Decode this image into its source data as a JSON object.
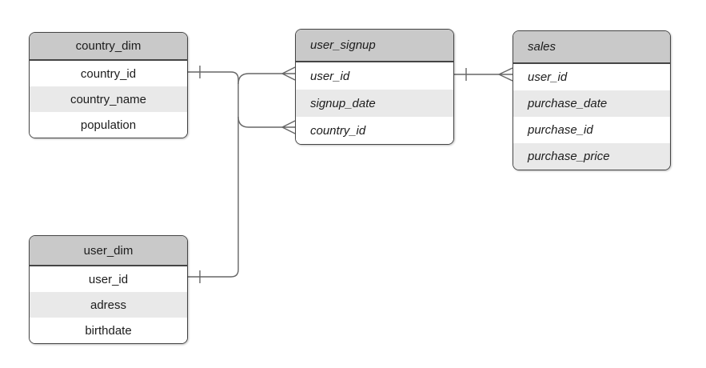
{
  "diagram": {
    "type": "entity-relationship",
    "tables": [
      {
        "title": "country_dim",
        "fields": [
          "country_id",
          "country_name",
          "population"
        ],
        "emphasis": "normal"
      },
      {
        "title": "user_signup",
        "fields": [
          "user_id",
          "signup_date",
          "country_id"
        ],
        "emphasis": "italic"
      },
      {
        "title": "sales",
        "fields": [
          "user_id",
          "purchase_date",
          "purchase_id",
          "purchase_price"
        ],
        "emphasis": "italic"
      },
      {
        "title": "user_dim",
        "fields": [
          "user_id",
          "adress",
          "birthdate"
        ],
        "emphasis": "normal"
      }
    ],
    "relationships": [
      {
        "from_table": "country_dim",
        "from_field": "country_id",
        "from_cardinality": "one",
        "to_table": "user_signup",
        "to_field": "country_id",
        "to_cardinality": "many"
      },
      {
        "from_table": "user_dim",
        "from_field": "user_id",
        "from_cardinality": "one",
        "to_table": "user_signup",
        "to_field": "user_id",
        "to_cardinality": "many"
      },
      {
        "from_table": "user_signup",
        "from_field": "user_id",
        "from_cardinality": "one",
        "to_table": "sales",
        "to_field": "user_id",
        "to_cardinality": "many"
      }
    ],
    "colors": {
      "header_fill": "#c9c9c9",
      "alt_row_fill": "#e9e9e9",
      "row_fill": "#ffffff",
      "table_border": "#454545",
      "connector_line": "#666666",
      "text": "#1c1c1c",
      "background": "#ffffff"
    }
  }
}
